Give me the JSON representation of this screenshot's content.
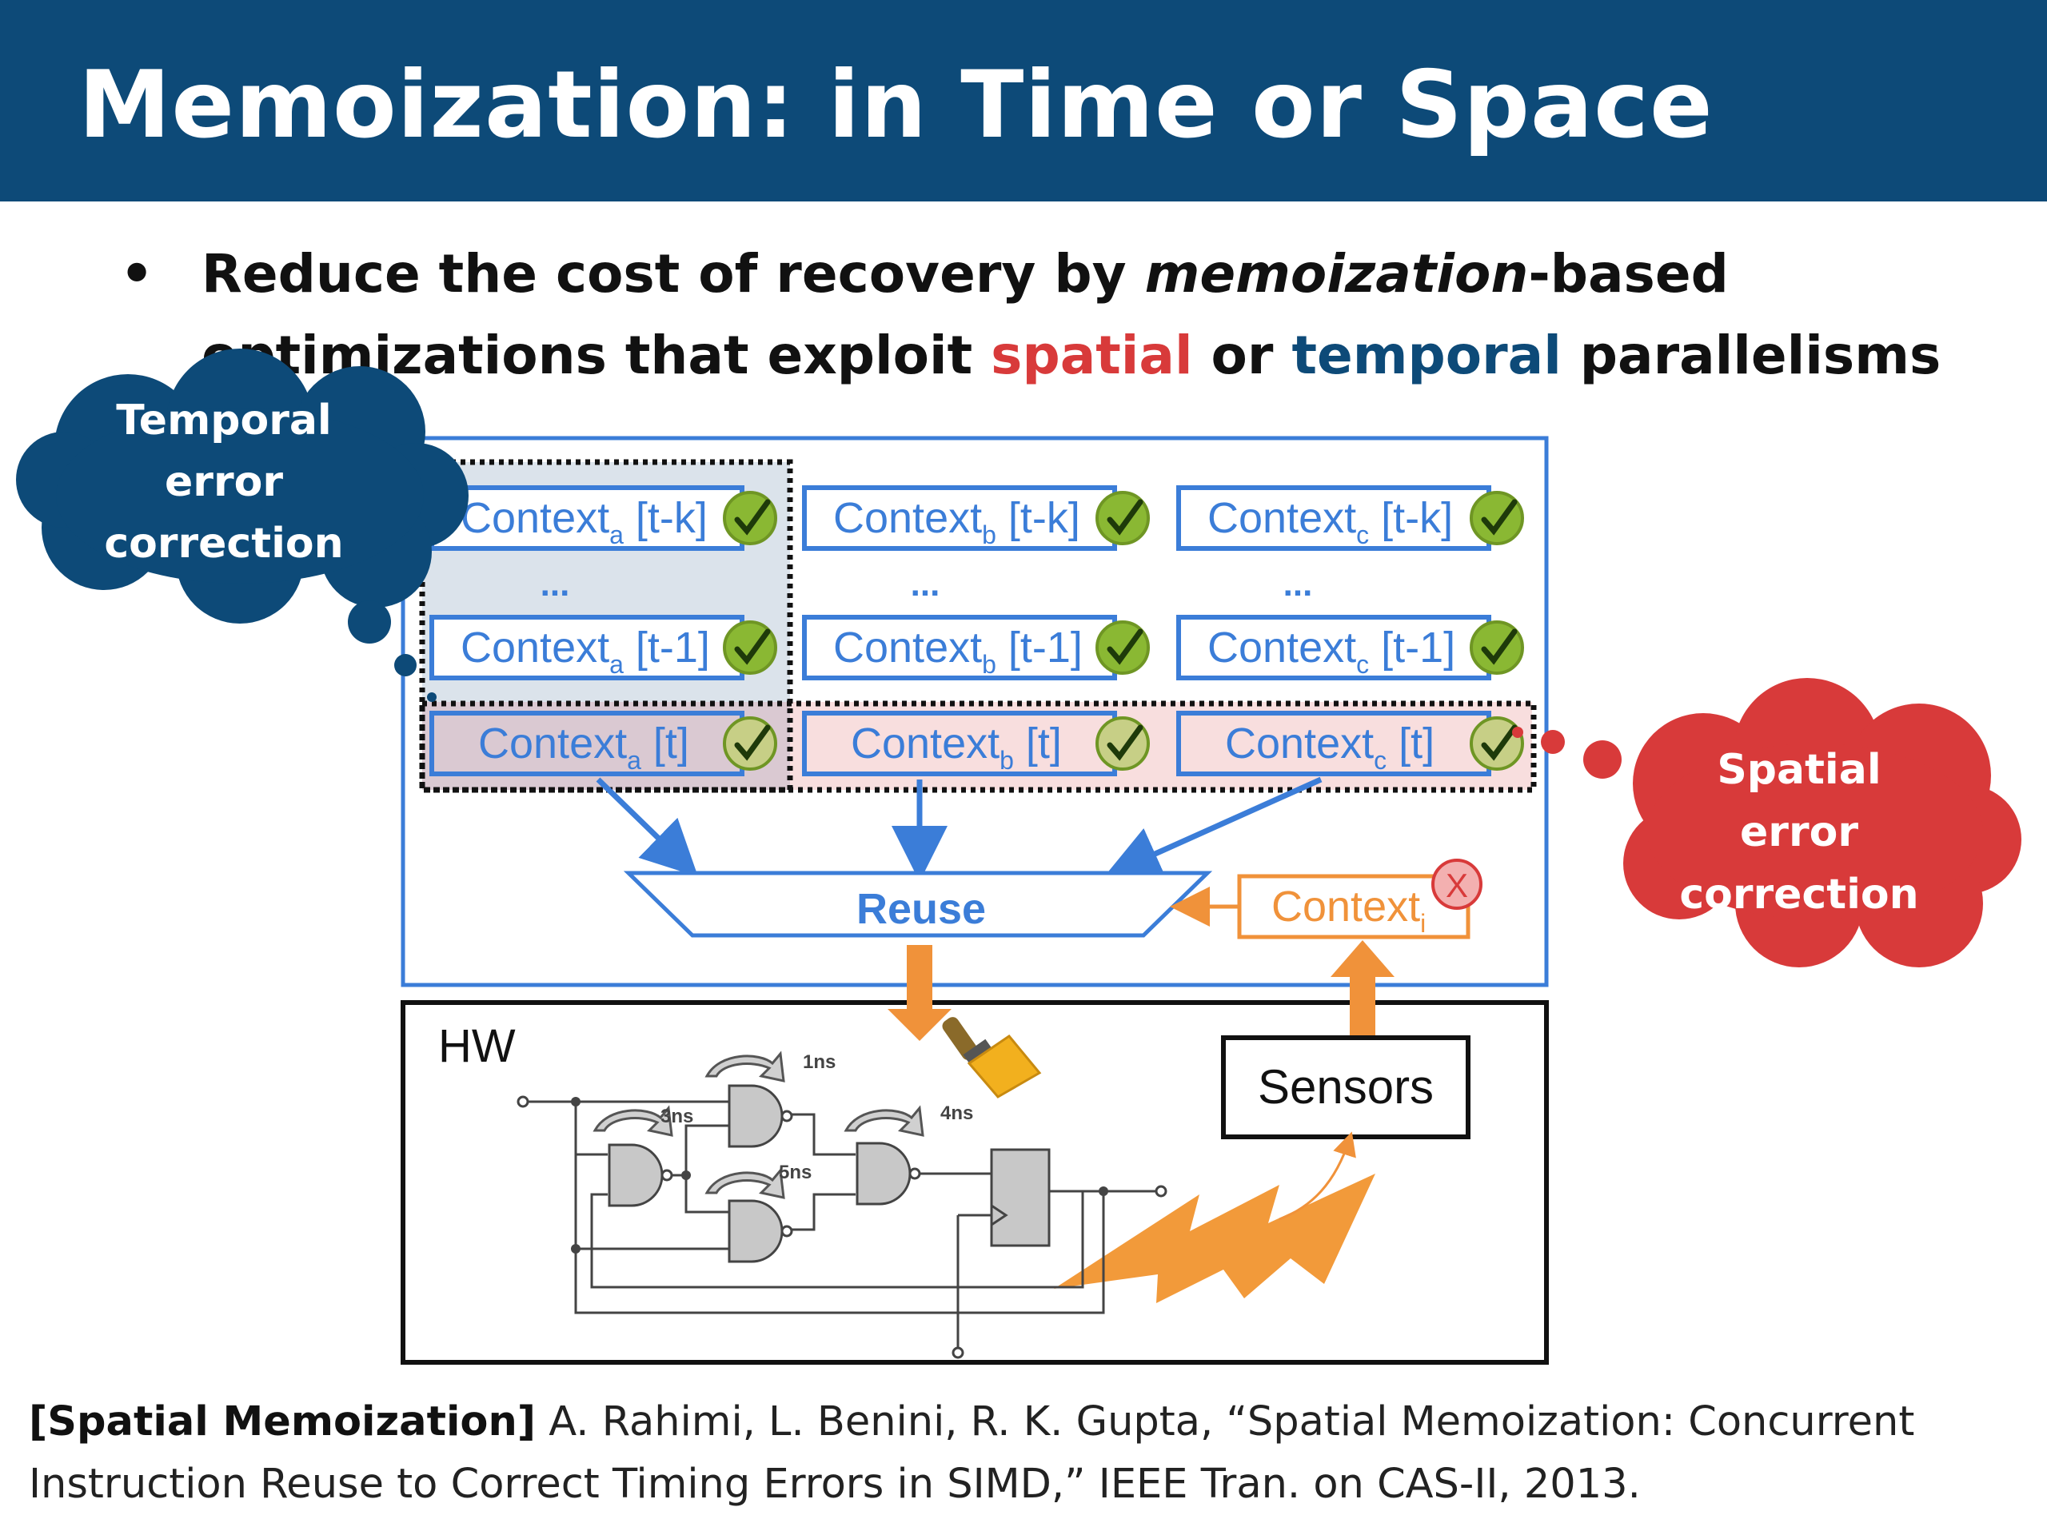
{
  "title": "Memoization: in Time or Space",
  "bullet": {
    "marker": "•",
    "line1_a": "Reduce the cost of recovery by ",
    "line1_em": "memoization",
    "line1_b": "-based",
    "line2_a": "optimizations that exploit ",
    "line2_spatial": "spatial",
    "line2_b": " or ",
    "line2_temporal": "temporal",
    "line2_c": " parallelisms"
  },
  "clouds": {
    "temporal": [
      "Temporal",
      "error",
      "correction"
    ],
    "spatial": [
      "Spatial",
      "error",
      "correction"
    ]
  },
  "contexts": {
    "base": "Context",
    "subs": [
      "a",
      "b",
      "c"
    ],
    "row_suffixes": [
      "[t-k]",
      "[t-1]",
      "[t]"
    ],
    "ellipsis": "..."
  },
  "reuse_label": "Reuse",
  "faulty_context": {
    "base": "Context",
    "sub": "i",
    "mark": "X"
  },
  "hw": {
    "label": "HW",
    "sensors": "Sensors",
    "delays": [
      "1ns",
      "3ns",
      "4ns",
      "5ns"
    ]
  },
  "reference": {
    "tag": "[Spatial Memoization]",
    "line1": " A. Rahimi, L. Benini, R. K. Gupta, “Spatial Memoization: Concurrent",
    "line2": "Instruction Reuse to Correct Timing Errors in SIMD,” IEEE Tran. on CAS-II, 2013."
  },
  "colors": {
    "header": "#0d4a78",
    "temporal_cloud": "#0d4a78",
    "spatial_cloud": "#d83a3a",
    "context_blue": "#3b7dd8",
    "check_green": "#8ab833",
    "orange": "#f0923a",
    "error_red": "#d83a3a"
  }
}
